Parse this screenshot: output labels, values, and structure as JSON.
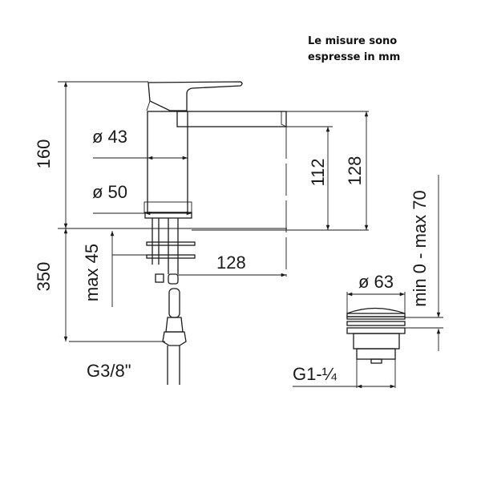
{
  "note": {
    "line1": "Le misure sono",
    "line2": "espresse in mm"
  },
  "dimensions": {
    "total_height": "160",
    "below_deck": "350",
    "max_deck_thickness": "max 45",
    "diameter_body": "ø 43",
    "diameter_base": "ø 50",
    "spout_height_inner": "112",
    "spout_height_outer": "128",
    "spout_reach": "128",
    "inlet_thread": "G3/8\"",
    "waste_diameter": "ø 63",
    "waste_thickness": "min 0 - max 70",
    "waste_thread": "G1-¼"
  },
  "colors": {
    "line": "#1a1a1a",
    "background": "#ffffff"
  }
}
